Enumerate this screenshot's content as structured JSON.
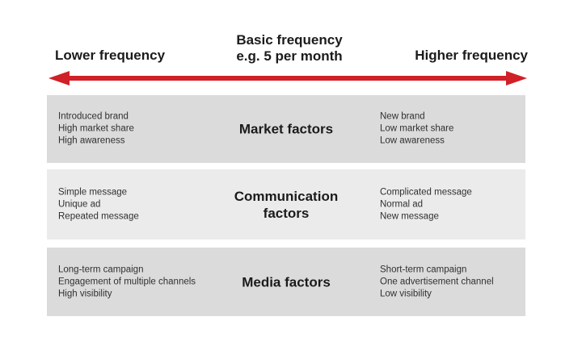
{
  "header": {
    "left": "Lower frequency",
    "center_line1": "Basic frequency",
    "center_line2": "e.g. 5 per month",
    "right": "Higher frequency"
  },
  "colors": {
    "arrow_red": "#d02028",
    "band_dark": "#dbdbdb",
    "band_light": "#ebebeb"
  },
  "rows": [
    {
      "label": "Market factors",
      "left": [
        "Introduced brand",
        "High market share",
        "High awareness"
      ],
      "right": [
        "New brand",
        "Low market share",
        "Low awareness"
      ]
    },
    {
      "label": "Communication factors",
      "left": [
        "Simple message",
        "Unique ad",
        "Repeated message"
      ],
      "right": [
        "Complicated message",
        "Normal ad",
        "New message"
      ]
    },
    {
      "label": "Media factors",
      "left": [
        "Long-term campaign",
        "Engagement of multiple channels",
        "High visibility"
      ],
      "right": [
        "Short-term campaign",
        "One advertisement channel",
        "Low visibility"
      ]
    }
  ]
}
